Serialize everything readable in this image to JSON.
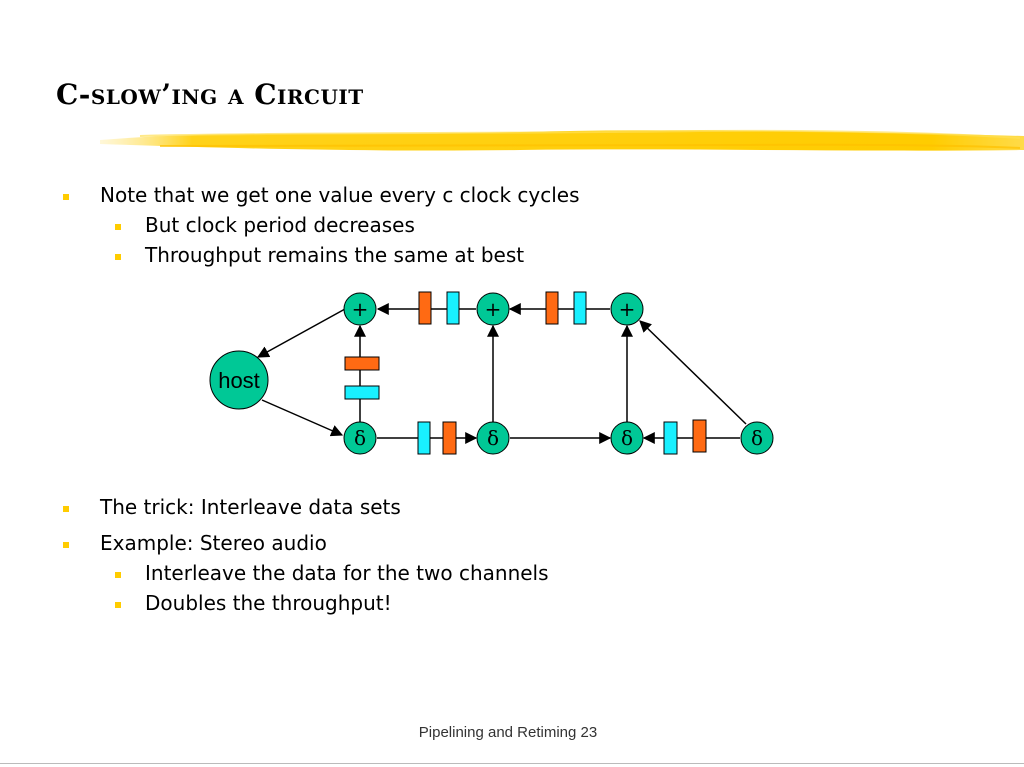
{
  "slide": {
    "title": "C-slow’ing a Circuit",
    "footer": "Pipelining and Retiming 23"
  },
  "bullets_top": [
    {
      "level": 1,
      "text": "Note that we get one value every c clock cycles"
    },
    {
      "level": 2,
      "text": "But clock period decreases"
    },
    {
      "level": 2,
      "text": "Throughput remains the same at best"
    }
  ],
  "bullets_bottom": [
    {
      "level": 1,
      "text": "The trick: Interleave data sets"
    },
    {
      "level": 1,
      "text": "Example: Stereo audio"
    },
    {
      "level": 2,
      "text": "Interleave the data for the two channels"
    },
    {
      "level": 2,
      "text": "Doubles the throughput!"
    }
  ],
  "diagram": {
    "host_label": "host",
    "adder_label": "+",
    "delay_label": "δ",
    "colors": {
      "node_fill": "#00c896",
      "register_orange": "#ff6a13",
      "register_cyan": "#19f0ff",
      "bullet": "#ffcc00",
      "underline": "#ffcc00"
    }
  }
}
